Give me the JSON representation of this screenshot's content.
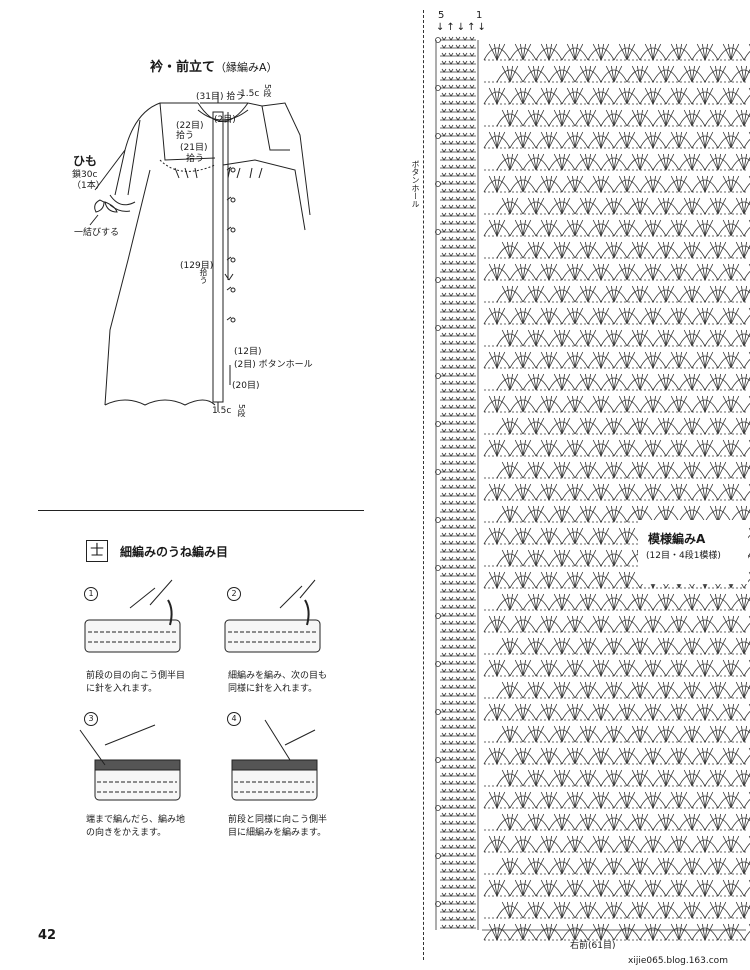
{
  "diagram": {
    "title": "衿・前立て",
    "title_note": "（縁編みA）",
    "labels": {
      "pick31": "(31目) 拾う",
      "len_top": "1.5c",
      "rows_top": "5段",
      "two_top": "(2目)",
      "pick22": "(22目)",
      "pick22b": "拾う",
      "pick21": "(21目)",
      "pick21b": "拾う",
      "himo": "ひも",
      "himo_chain": "鎖30c",
      "himo_count": "（1本）",
      "tie": "一結びする",
      "pick129": "(129目)",
      "pick129b": "拾う",
      "twelve": "(12目)",
      "buttonhole2": "(2目) ボタンホール",
      "twenty": "(20目)",
      "len_bottom": "1.5c",
      "rows_bottom": "5段"
    }
  },
  "technique": {
    "symbol": "士",
    "title": "細編みのうね編み目",
    "steps": [
      {
        "num": "1",
        "text": "前段の目の向こう側半目\nに針を入れます。"
      },
      {
        "num": "2",
        "text": "細編みを編み、次の目も\n同様に針を入れます。"
      },
      {
        "num": "3",
        "text": "端まで編んだら、編み地\nの向きをかえます。"
      },
      {
        "num": "4",
        "text": "前段と同様に向こう側半\n目に細編みを編みます。"
      }
    ]
  },
  "chart": {
    "top_five": "5",
    "top_one": "1",
    "button_hole_label": "ボタンホール",
    "pattern_title": "模様編みA",
    "pattern_note": "(12目・4段1模様)",
    "bottom_label": "右前(61目)"
  },
  "page": {
    "number": "42",
    "watermark": "xijie065.blog.163.com"
  }
}
